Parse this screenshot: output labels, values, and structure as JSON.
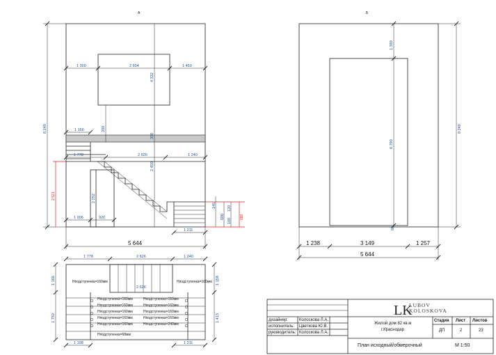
{
  "views": {
    "a_label": "А",
    "b_label": "Б"
  },
  "view_a": {
    "height_total": "8 249",
    "top_left": "1 300",
    "top_mid": "2 604",
    "top_right": "1 450",
    "top_vert": "4 332",
    "level_left": "1 166",
    "level_vert": "200",
    "level_vert2": "300",
    "mid_left": "1 778",
    "mid_mid": "2 626",
    "mid_right": "1 240",
    "stair_vert": "2 450",
    "left_vert_red": "2 521",
    "door_vert": "2 252",
    "bottom_left": "1 006",
    "bottom_mid": "920",
    "right_small_1": "145",
    "right_small_2": "680",
    "right_small_3": "120",
    "right_small_4": "100",
    "right_small_red": "680",
    "right_bottom": "1 211",
    "total_width": "5 644"
  },
  "view_b": {
    "height_total": "8 249",
    "top_gap": "1 399",
    "inner_height": "6 790",
    "bottom_gap": "60",
    "left": "1 238",
    "mid": "3 149",
    "right": "1 257",
    "total_width": "5 644"
  },
  "plan": {
    "top_left": "1 778",
    "top_mid": "2 626",
    "top_right": "1 240",
    "left_v1": "1 166",
    "left_v2": "1 750",
    "right_v1": "1 158",
    "right_v2": "1 413",
    "stair_label": "2 626",
    "h_left": "Hподступенка=160мм",
    "h_right": "Hподступенка=160мм",
    "riser_left": [
      "Hподступенка=160мм",
      "Hподступенка=160мм",
      "Hподступенка=160мм",
      "Hподступенка=160мм",
      "Hподступенка=160мм",
      "Hподступенка=68мм"
    ],
    "riser_right": [
      "Hподступенка=160мм",
      "Hподступенка=160мм",
      "Hподступенка=160мм",
      "Hподступенка=160мм",
      "Hподступенка=240мм"
    ],
    "bottom_left": "1 198",
    "bottom_right": "1 211"
  },
  "stamp": {
    "logo_letters": "LK",
    "brand_line1": "LUBOV",
    "brand_line2": "KOLOSKOVA",
    "rows": [
      {
        "role": "дизайнер:",
        "name": "Колоскова Л.А."
      },
      {
        "role": "исполнитель:",
        "name": "Цветкова Ю.В."
      },
      {
        "role": "руководитель:",
        "name": "Колоскова Л.А."
      }
    ],
    "project_line1": "Жилой дом 82 кв.м",
    "project_line2": "г.Краснодар",
    "h_stage": "Стадия",
    "h_sheet": "Лист",
    "h_sheets": "Листов",
    "stage": "ДП",
    "sheet": "2",
    "sheets": "23",
    "sheet_title": "План исходный/обмерочный",
    "scale": "М 1:50"
  },
  "colors": {
    "line": "#222222",
    "dim_text": "#1d4f9c",
    "red": "#e0201b",
    "green": "#1a9a3a",
    "slab": "#c8c8c8"
  }
}
